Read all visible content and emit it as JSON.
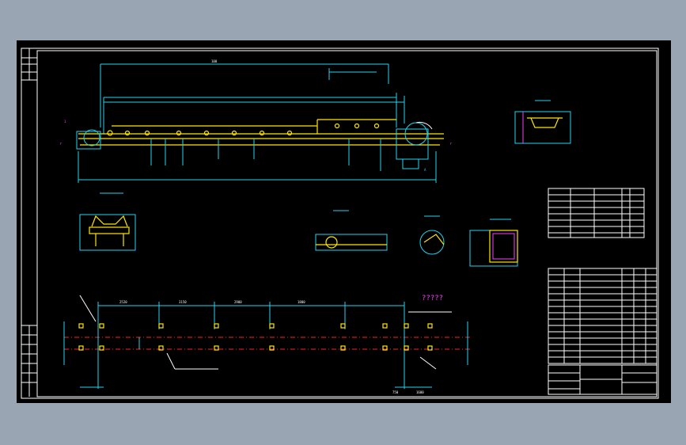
{
  "drawing": {
    "background": "#000000",
    "canvas_background": "#9aa5b4",
    "colors": {
      "frame": "#ffffff",
      "dimension": "#22d3f0",
      "structure": "#ffe500",
      "annotation": "#ff3cff",
      "centerline": "#ff2020",
      "hatch": "#30e030"
    },
    "dimensions": {
      "top_overall": "100",
      "plan_a": "2520",
      "plan_b": "3150",
      "plan_c": "2900",
      "plan_d": "1800",
      "plan_e": "750",
      "plan_f": "1600"
    },
    "callouts": {
      "plan_note_right": "?????",
      "section_letter": "A"
    }
  }
}
